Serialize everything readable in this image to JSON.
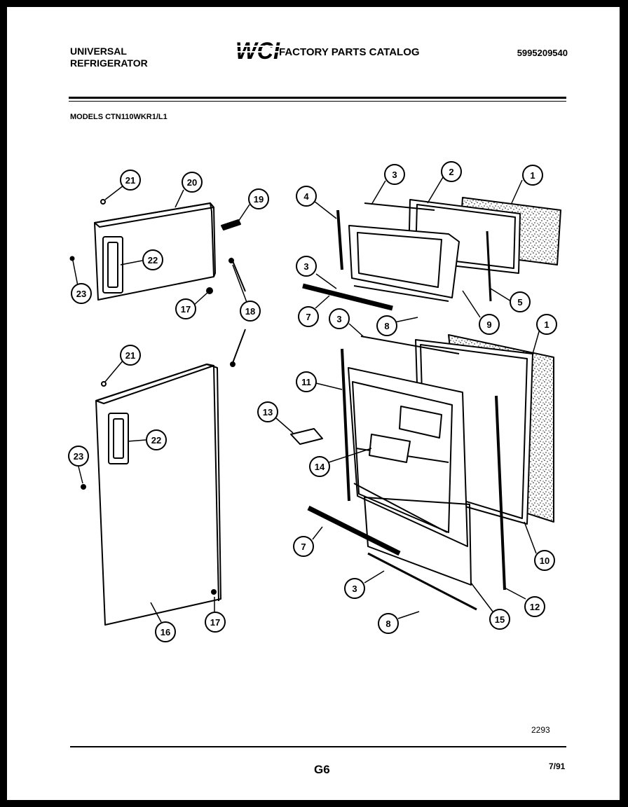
{
  "header": {
    "brand_line1": "UNIVERSAL",
    "brand_line2": "REFRIGERATOR",
    "logo_text": "WCI",
    "catalog_title": "FACTORY PARTS CATALOG",
    "part_number": "5995209540"
  },
  "models": "MODELS CTN110WKR1/L1",
  "diagram": {
    "callouts": [
      "21",
      "20",
      "19",
      "22",
      "23",
      "17",
      "18",
      "21",
      "22",
      "23",
      "16",
      "17",
      "4",
      "3",
      "2",
      "1",
      "3",
      "7",
      "8",
      "9",
      "5",
      "3",
      "1",
      "11",
      "13",
      "14",
      "7",
      "3",
      "8",
      "15",
      "12",
      "10"
    ]
  },
  "footer": {
    "drawing_code": "2293",
    "page_number": "G6",
    "date": "7/91"
  }
}
